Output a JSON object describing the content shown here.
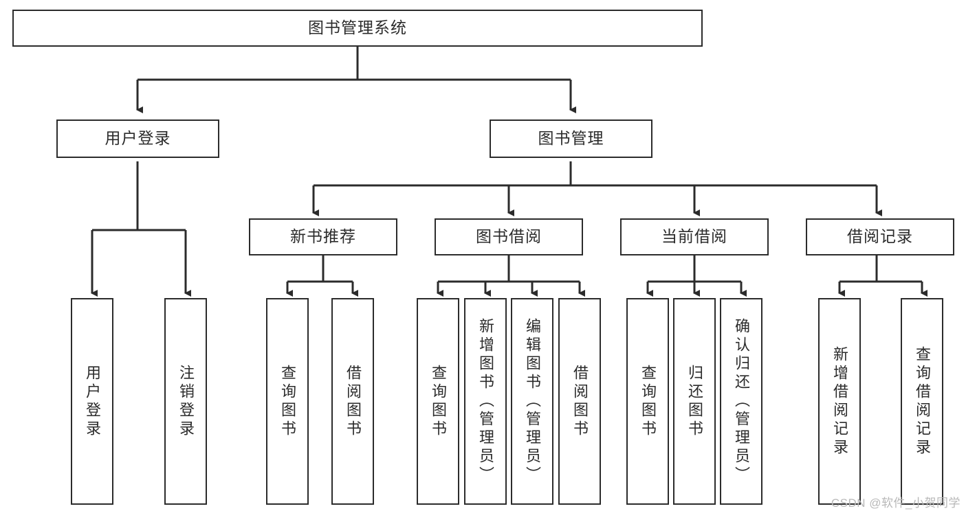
{
  "diagram": {
    "title": "图书管理系统",
    "type": "tree",
    "root": {
      "id": "root",
      "label": "图书管理系统"
    },
    "level2": [
      {
        "id": "user-login",
        "label": "用户登录"
      },
      {
        "id": "book-manage",
        "label": "图书管理"
      }
    ],
    "level3": [
      {
        "id": "new-book-recommend",
        "label": "新书推荐",
        "parent": "book-manage"
      },
      {
        "id": "book-borrow",
        "label": "图书借阅",
        "parent": "book-manage"
      },
      {
        "id": "current-borrow",
        "label": "当前借阅",
        "parent": "book-manage"
      },
      {
        "id": "borrow-record",
        "label": "借阅记录",
        "parent": "book-manage"
      }
    ],
    "leaves": [
      {
        "id": "leaf-user-login",
        "label": "用户登录",
        "parent": "user-login"
      },
      {
        "id": "leaf-logout-login",
        "label": "注销登录",
        "parent": "user-login"
      },
      {
        "id": "leaf-query-book-1",
        "label": "查询图书",
        "parent": "new-book-recommend"
      },
      {
        "id": "leaf-borrow-book-1",
        "label": "借阅图书",
        "parent": "new-book-recommend"
      },
      {
        "id": "leaf-query-book-2",
        "label": "查询图书",
        "parent": "book-borrow"
      },
      {
        "id": "leaf-add-book",
        "label": "新增图书（管理员）",
        "parent": "book-borrow"
      },
      {
        "id": "leaf-edit-book",
        "label": "编辑图书（管理员）",
        "parent": "book-borrow"
      },
      {
        "id": "leaf-borrow-book-2",
        "label": "借阅图书",
        "parent": "book-borrow"
      },
      {
        "id": "leaf-query-book-3",
        "label": "查询图书",
        "parent": "current-borrow"
      },
      {
        "id": "leaf-return-book",
        "label": "归还图书",
        "parent": "current-borrow"
      },
      {
        "id": "leaf-confirm-return",
        "label": "确认归还（管理员）",
        "parent": "current-borrow"
      },
      {
        "id": "leaf-add-record",
        "label": "新增借阅记录",
        "parent": "borrow-record"
      },
      {
        "id": "leaf-query-record",
        "label": "查询借阅记录",
        "parent": "borrow-record"
      }
    ],
    "watermark": "CSDN @软件_小贺同学",
    "colors": {
      "stroke": "#2b2b2b",
      "fill": "#ffffff",
      "text": "#2b2b2b",
      "watermark": "#b8b8b8"
    }
  }
}
